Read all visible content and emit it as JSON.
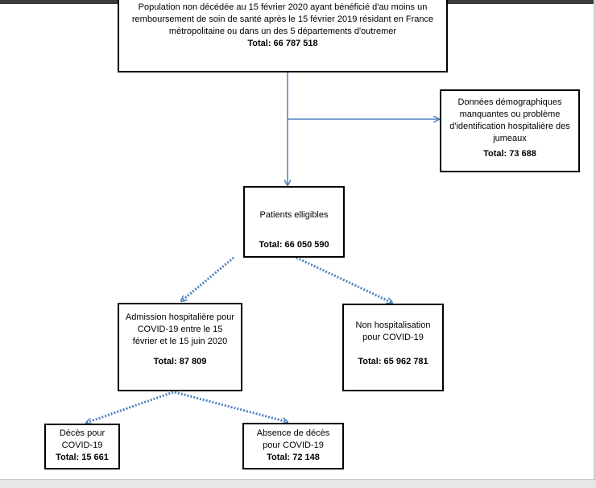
{
  "boxes": {
    "population": {
      "text": "Population non décédée au 15 février 2020 ayant bénéficié d'au moins un remboursement de soin de santé après le 15 février 2019 résidant en France métropolitaine ou dans un des 5 départements d'outremer",
      "total": "Total: 66 787 518"
    },
    "missing": {
      "text": "Données démographiques manquantes ou problème d'identification hospitalière des jumeaux",
      "total": "Total: 73 688"
    },
    "eligible": {
      "text": "Patients elligibles",
      "total": "Total: 66 050 590"
    },
    "admission": {
      "text": "Admission hospitalière pour COVID-19 entre le 15 février et le 15 juin 2020",
      "total": "Total: 87 809"
    },
    "non_hosp": {
      "text": "Non hospitalisation pour COVID-19",
      "total": "Total: 65 962 781"
    },
    "deaths": {
      "text": "Décès pour COVID-19",
      "total": "Total: 15 661"
    },
    "no_deaths": {
      "text": "Absence de décès pour COVID-19",
      "total": "Total: 72 148"
    }
  },
  "colors": {
    "arrow": "#4f81bd",
    "border": "#000000"
  }
}
